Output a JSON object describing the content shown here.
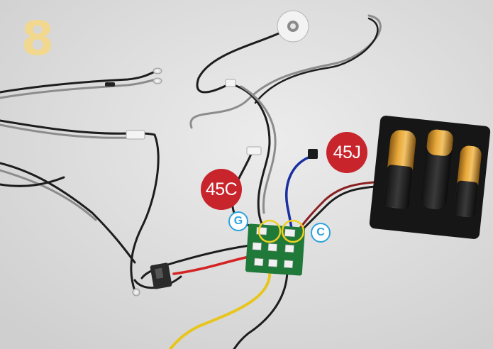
{
  "step": {
    "number": "8"
  },
  "labels": {
    "part_45c": "45C",
    "part_45j": "45J",
    "connector_g": "G",
    "connector_c": "C"
  },
  "colors": {
    "background": "#dcdcdc",
    "step_number": "#f2d88e",
    "part_badge": "#c8242c",
    "connector_badge": "#2ea3e0",
    "circuit_board": "#1f7a3a",
    "highlight_circle": "#f0d020",
    "battery_gold": "#d9952a"
  }
}
